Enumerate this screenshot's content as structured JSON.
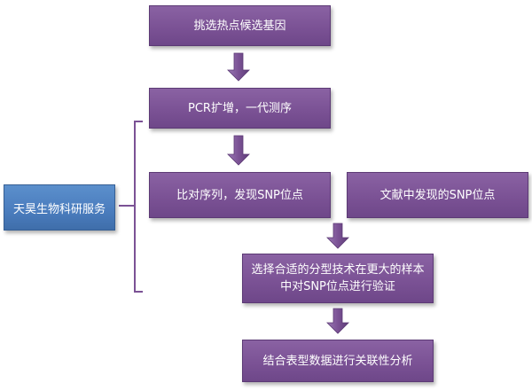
{
  "left_label": "天昊生物科研服务",
  "steps": {
    "s1": "挑选热点候选基因",
    "s2": "PCR扩增，一代测序",
    "s3": "比对序列，发现SNP位点",
    "s4": "文献中发现的SNP位点",
    "s5": "选择合适的分型技术在更大的样本\n中对SNP位点进行验证",
    "s6": "结合表型数据进行关联性分析"
  },
  "colors": {
    "step_box": "#7b5295",
    "left_box": "#4a7cbd",
    "bracket": "#7b5295"
  }
}
